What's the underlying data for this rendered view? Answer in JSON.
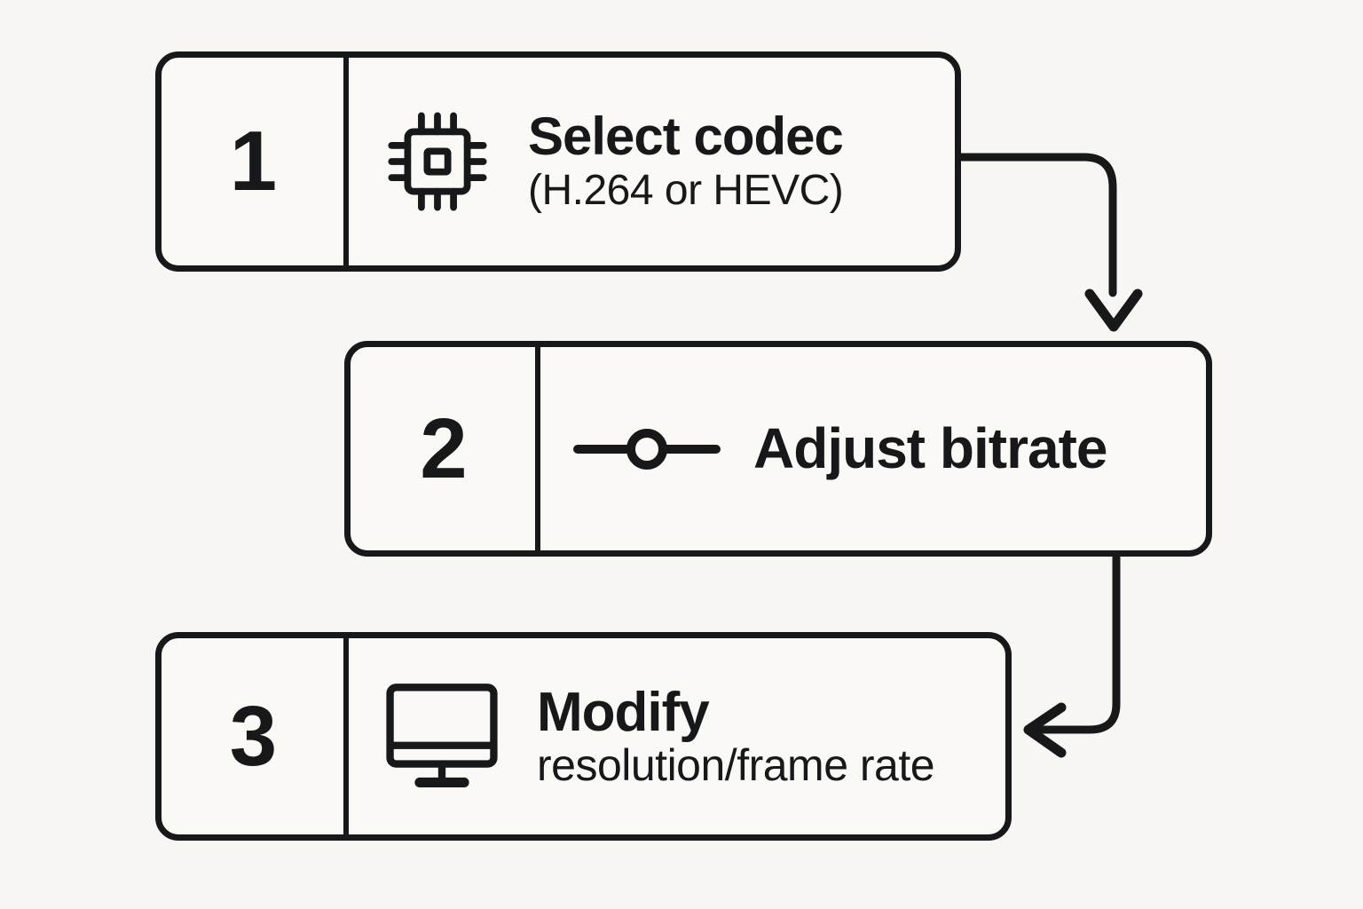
{
  "diagram": {
    "background_color": "#f7f6f2",
    "stroke_color": "#17181a",
    "box_fill": "#faf9f6",
    "steps": [
      {
        "number": "1",
        "icon": "cpu-chip-icon",
        "title": "Select codec",
        "subtitle": "(H.264 or HEVC)"
      },
      {
        "number": "2",
        "icon": "slider-icon",
        "title": "Adjust bitrate",
        "subtitle": ""
      },
      {
        "number": "3",
        "icon": "monitor-icon",
        "title": "Modify",
        "subtitle": "resolution/frame rate"
      }
    ],
    "connectors": [
      {
        "name": "connector-step1-to-step2",
        "from": "1",
        "to": "2",
        "direction": "down"
      },
      {
        "name": "connector-step2-to-step3",
        "from": "2",
        "to": "3",
        "direction": "left"
      }
    ]
  }
}
